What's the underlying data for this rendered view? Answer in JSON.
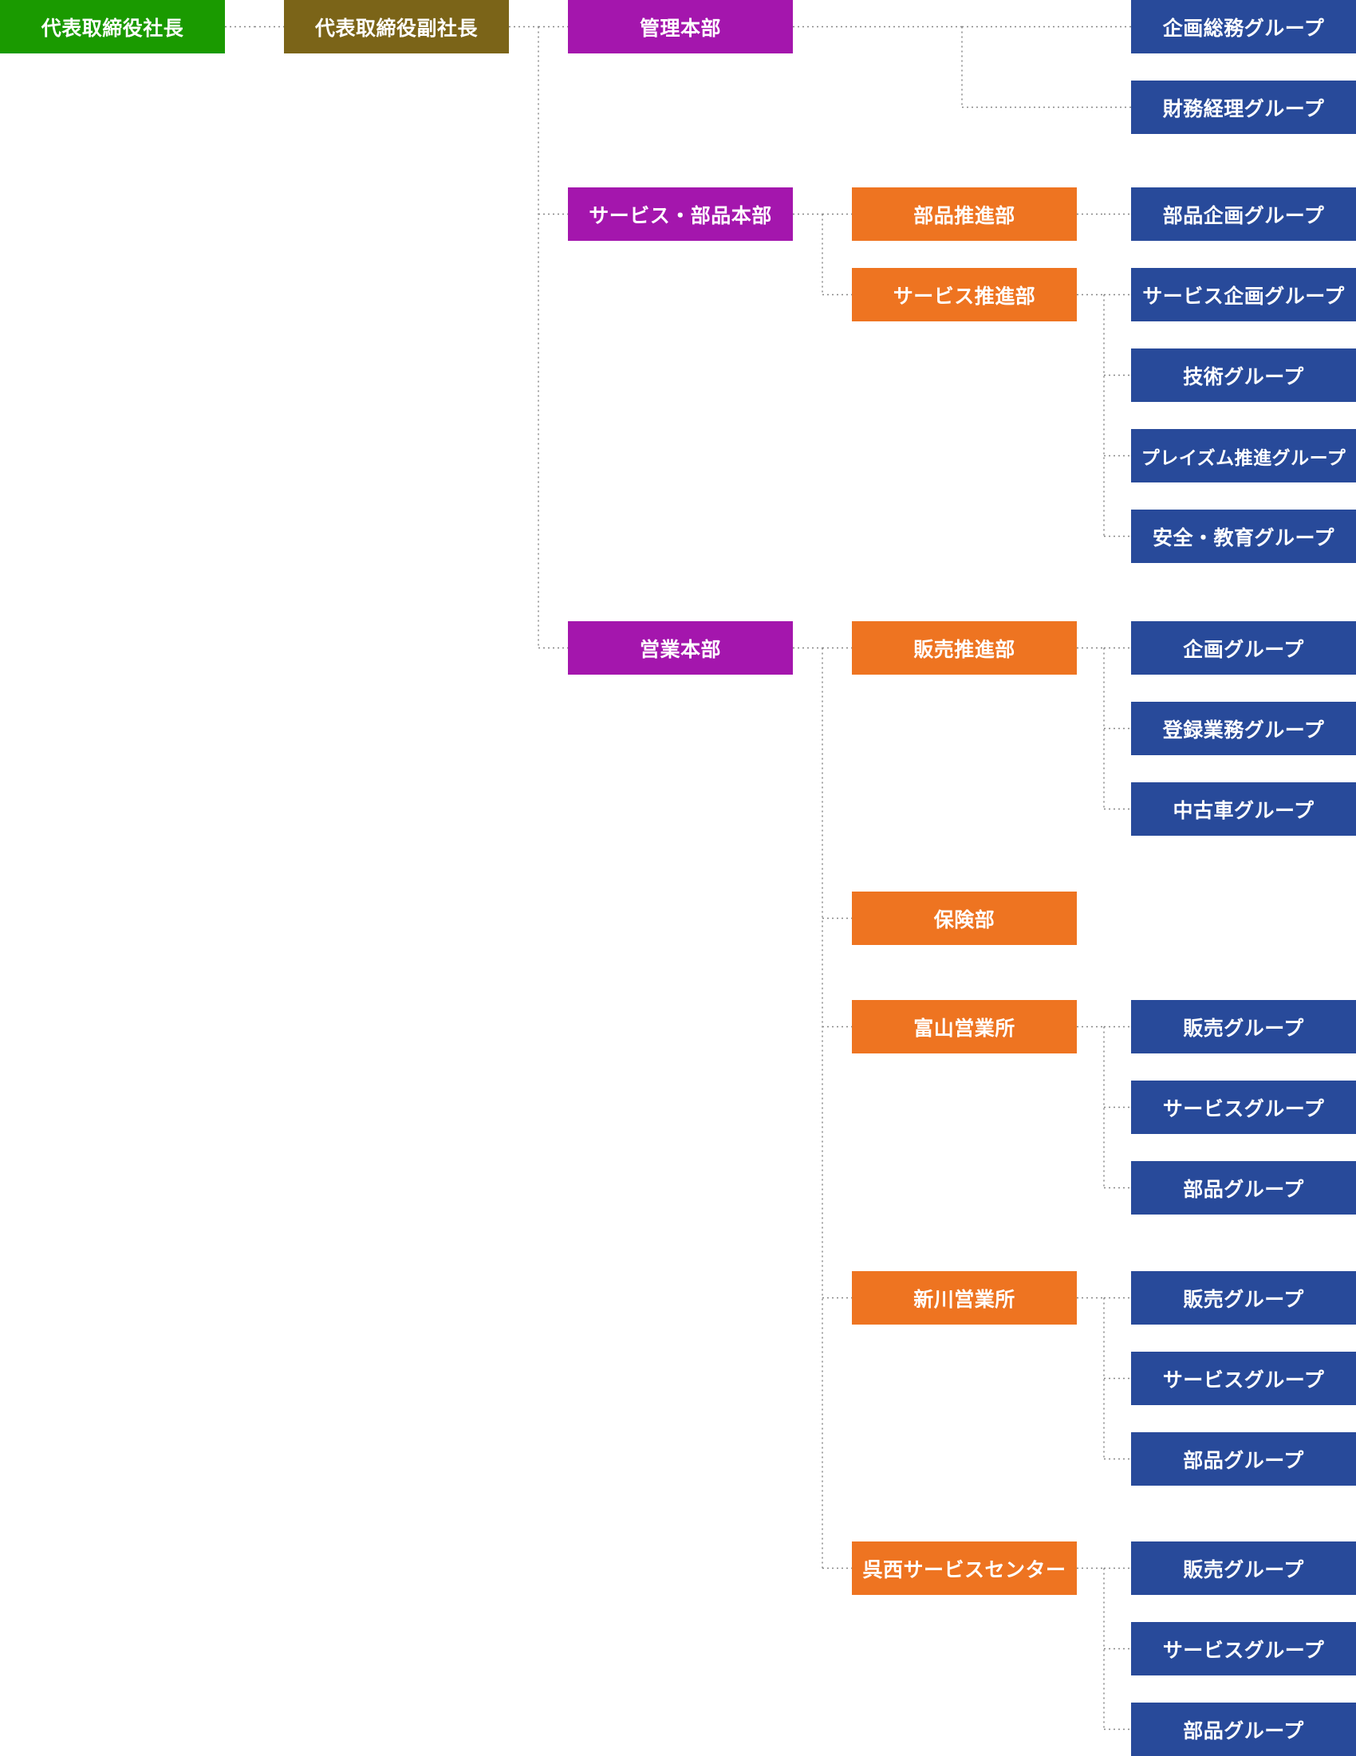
{
  "colors": {
    "president": "#1a9a00",
    "vice_president": "#7b6418",
    "headquarters": "#a416ad",
    "department": "#ee7421",
    "group": "#284a9a",
    "connector": "#888888"
  },
  "org": {
    "label": "代表取締役社長",
    "level": 1,
    "children": [
      {
        "label": "代表取締役副社長",
        "level": 2,
        "children": [
          {
            "label": "管理本部",
            "level": 3,
            "children": [
              {
                "label": "企画総務グループ",
                "level": 5
              },
              {
                "label": "財務経理グループ",
                "level": 5
              }
            ]
          },
          {
            "label": "サービス・部品本部",
            "level": 3,
            "children": [
              {
                "label": "部品推進部",
                "level": 4,
                "children": [
                  {
                    "label": "部品企画グループ",
                    "level": 5
                  }
                ]
              },
              {
                "label": "サービス推進部",
                "level": 4,
                "children": [
                  {
                    "label": "サービス企画グループ",
                    "level": 5
                  },
                  {
                    "label": "技術グループ",
                    "level": 5
                  },
                  {
                    "label": "プレイズム推進グループ",
                    "level": 5
                  },
                  {
                    "label": "安全・教育グループ",
                    "level": 5
                  }
                ]
              }
            ]
          },
          {
            "label": "営業本部",
            "level": 3,
            "children": [
              {
                "label": "販売推進部",
                "level": 4,
                "children": [
                  {
                    "label": "企画グループ",
                    "level": 5
                  },
                  {
                    "label": "登録業務グループ",
                    "level": 5
                  },
                  {
                    "label": "中古車グループ",
                    "level": 5
                  }
                ]
              },
              {
                "label": "保険部",
                "level": 4
              },
              {
                "label": "富山営業所",
                "level": 4,
                "children": [
                  {
                    "label": "販売グループ",
                    "level": 5
                  },
                  {
                    "label": "サービスグループ",
                    "level": 5
                  },
                  {
                    "label": "部品グループ",
                    "level": 5
                  }
                ]
              },
              {
                "label": "新川営業所",
                "level": 4,
                "children": [
                  {
                    "label": "販売グループ",
                    "level": 5
                  },
                  {
                    "label": "サービスグループ",
                    "level": 5
                  },
                  {
                    "label": "部品グループ",
                    "level": 5
                  }
                ]
              },
              {
                "label": "呉西サービスセンター",
                "level": 4,
                "children": [
                  {
                    "label": "販売グループ",
                    "level": 5
                  },
                  {
                    "label": "サービスグループ",
                    "level": 5
                  },
                  {
                    "label": "部品グループ",
                    "level": 5
                  }
                ]
              }
            ]
          }
        ]
      }
    ]
  }
}
